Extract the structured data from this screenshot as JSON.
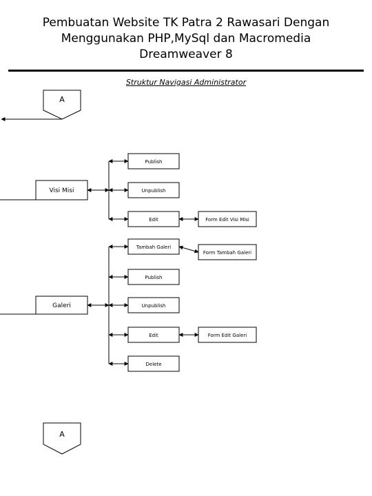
{
  "title_lines": [
    "Pembuatan Website TK Patra 2 Rawasari Dengan",
    "Menggunakan PHP,MySql dan Macromedia",
    "Dreamweaver 8"
  ],
  "subtitle": "Struktur Navigasi Administrator",
  "connectors": {
    "top": "A",
    "bottom": "A"
  },
  "visi_misi": {
    "label": "Visi Misi",
    "children": [
      "Publish",
      "Unpublish",
      "Edit"
    ],
    "form": "Form Edit Visi Misi"
  },
  "galeri": {
    "label": "Galeri",
    "children": [
      "Tambah Galeri",
      "Publish",
      "Unpublish",
      "Edit",
      "Delete"
    ],
    "forms": [
      "Form Tambah Galeri",
      "Form Edit Galeri"
    ]
  }
}
